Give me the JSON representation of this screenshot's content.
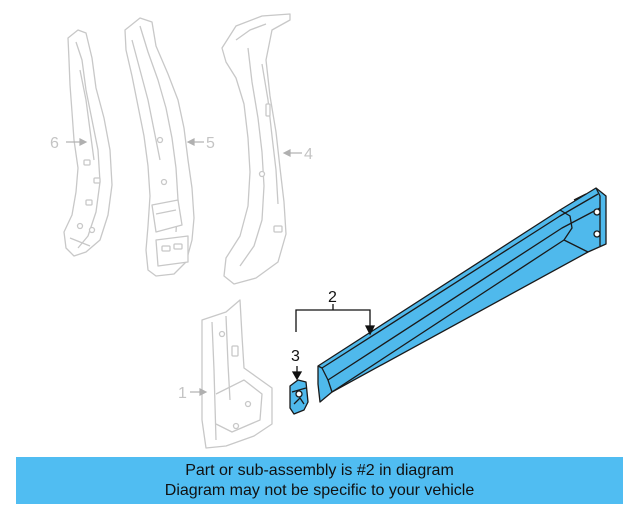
{
  "callouts": {
    "c1": "1",
    "c2": "2",
    "c3": "3",
    "c4": "4",
    "c5": "5",
    "c6": "6"
  },
  "banner": {
    "line1": "Part or sub-assembly is #2 in diagram",
    "line2": "Diagram may not be specific to your vehicle"
  },
  "colors": {
    "highlight_part": "#4fb9ec",
    "banner_bg": "#50bdf2",
    "faded_part_stroke": "#c8c8c8",
    "part_outline": "#1a1a1a"
  }
}
